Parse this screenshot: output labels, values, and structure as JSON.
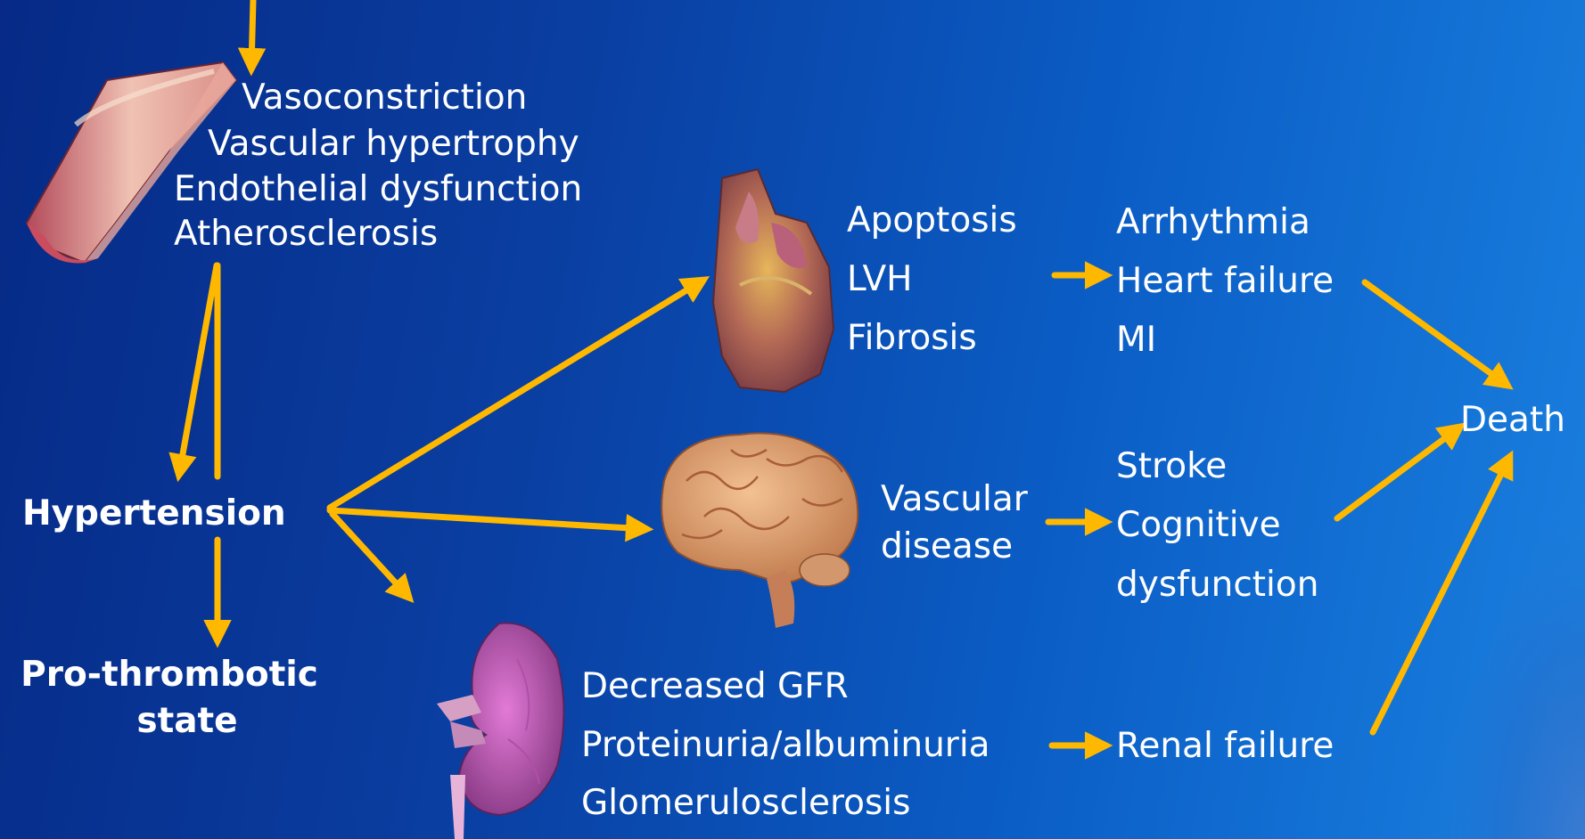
{
  "nodes": {
    "hypertension": "Hypertension",
    "prothrombotic": [
      "Pro-thrombotic",
      "state"
    ],
    "death": "Death"
  },
  "vascular": {
    "effects": [
      "Vasoconstriction",
      "Vascular hypertrophy",
      "Endothelial dysfunction",
      "Atherosclerosis"
    ]
  },
  "heart": {
    "effects": [
      "Apoptosis",
      "LVH",
      "Fibrosis"
    ],
    "outcomes": [
      "Arrhythmia",
      "Heart failure",
      "MI"
    ]
  },
  "brain": {
    "effects": [
      "Vascular",
      "disease"
    ],
    "outcomes": [
      "Stroke",
      "Cognitive",
      "dysfunction"
    ]
  },
  "kidney": {
    "effects": [
      "Decreased GFR",
      "Proteinuria/albuminuria",
      "Glomerulosclerosis"
    ],
    "outcomes": [
      "Renal failure"
    ]
  },
  "colors": {
    "arrow": "#ffb800",
    "text": "#ffffff"
  },
  "icons": [
    "artery-illustration",
    "heart-illustration",
    "brain-illustration",
    "kidney-illustration"
  ]
}
